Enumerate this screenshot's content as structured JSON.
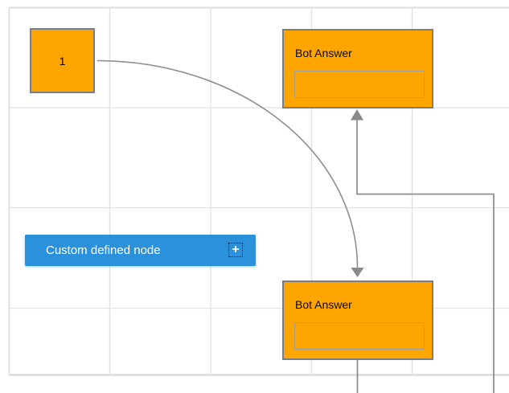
{
  "canvas": {
    "background_color": "#ffffff",
    "grid_line_color": "#e2e2e2",
    "grid_boundary_color": "#dcdcdc"
  },
  "nodes": {
    "square": {
      "label": "1",
      "fill_color": "#FFA500",
      "border_color": "#7d7d7d"
    },
    "bot_top": {
      "title": "Bot Answer",
      "input_value": "",
      "fill_color": "#FFA500"
    },
    "bot_bottom": {
      "title": "Bot Answer",
      "input_value": "",
      "fill_color": "#FFA500"
    }
  },
  "palette": {
    "label": "Custom defined node",
    "plus_icon": "+",
    "fill_color": "#2B91DA",
    "text_color": "#ffffff"
  },
  "connectors": {
    "color": "#8f8f8f"
  }
}
